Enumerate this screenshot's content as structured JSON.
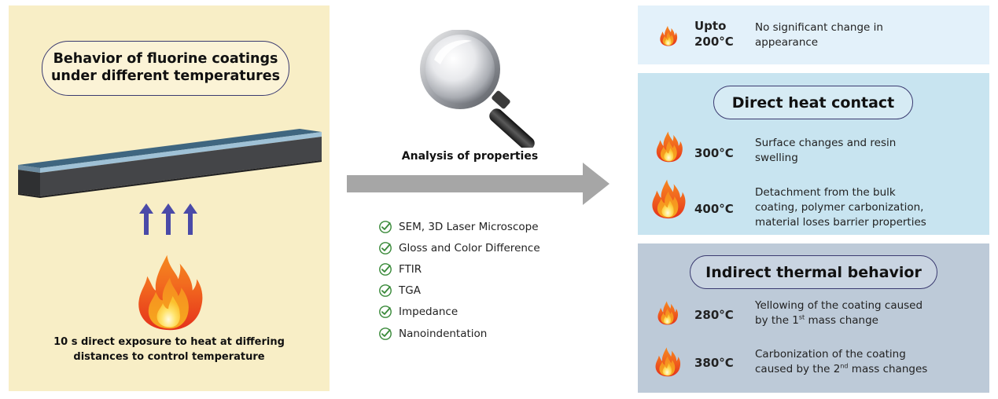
{
  "left": {
    "title": "Behavior of fluorine coatings\nunder different temperatures",
    "exposure": "10 s direct exposure to heat at differing\ndistances to control temperature"
  },
  "center": {
    "analysis_label": "Analysis of properties",
    "methods": [
      "SEM, 3D Laser Microscope",
      "Gloss and Color Difference",
      "FTIR",
      "TGA",
      "Impedance",
      "Nanoindentation"
    ]
  },
  "right": {
    "top": {
      "temp": "Upto\n200°C",
      "desc": "No significant change in\nappearance"
    },
    "direct": {
      "title": "Direct heat contact",
      "rows": [
        {
          "temp": "300°C",
          "desc": "Surface changes and resin\nswelling"
        },
        {
          "temp": "400°C",
          "desc": "Detachment from the bulk\ncoating, polymer carbonization,\nmaterial loses barrier properties"
        }
      ]
    },
    "indirect": {
      "title": "Indirect thermal behavior",
      "rows": [
        {
          "temp": "280°C",
          "desc_pre": "Yellowing of the coating caused\nby the 1",
          "desc_sup": "st",
          "desc_post": " mass change"
        },
        {
          "temp": "380°C",
          "desc_pre": "Carbonization of the coating\ncaused by the 2",
          "desc_sup": "nd",
          "desc_post": " mass changes"
        }
      ]
    }
  },
  "colors": {
    "left_bg": "#f8eec6",
    "top_box": "#e3f1fa",
    "direct_box": "#c8e4f0",
    "indirect_box": "#bdcad8",
    "arrow_gray": "#a6a6a6",
    "up_arrows": "#4a4aa8",
    "check_green": "#3a8a3a",
    "plate_top": "#3d6379"
  },
  "icons": [
    "fire-icon",
    "magnifying-glass-icon",
    "check-icon",
    "arrow-up-icon",
    "arrow-right-icon"
  ]
}
